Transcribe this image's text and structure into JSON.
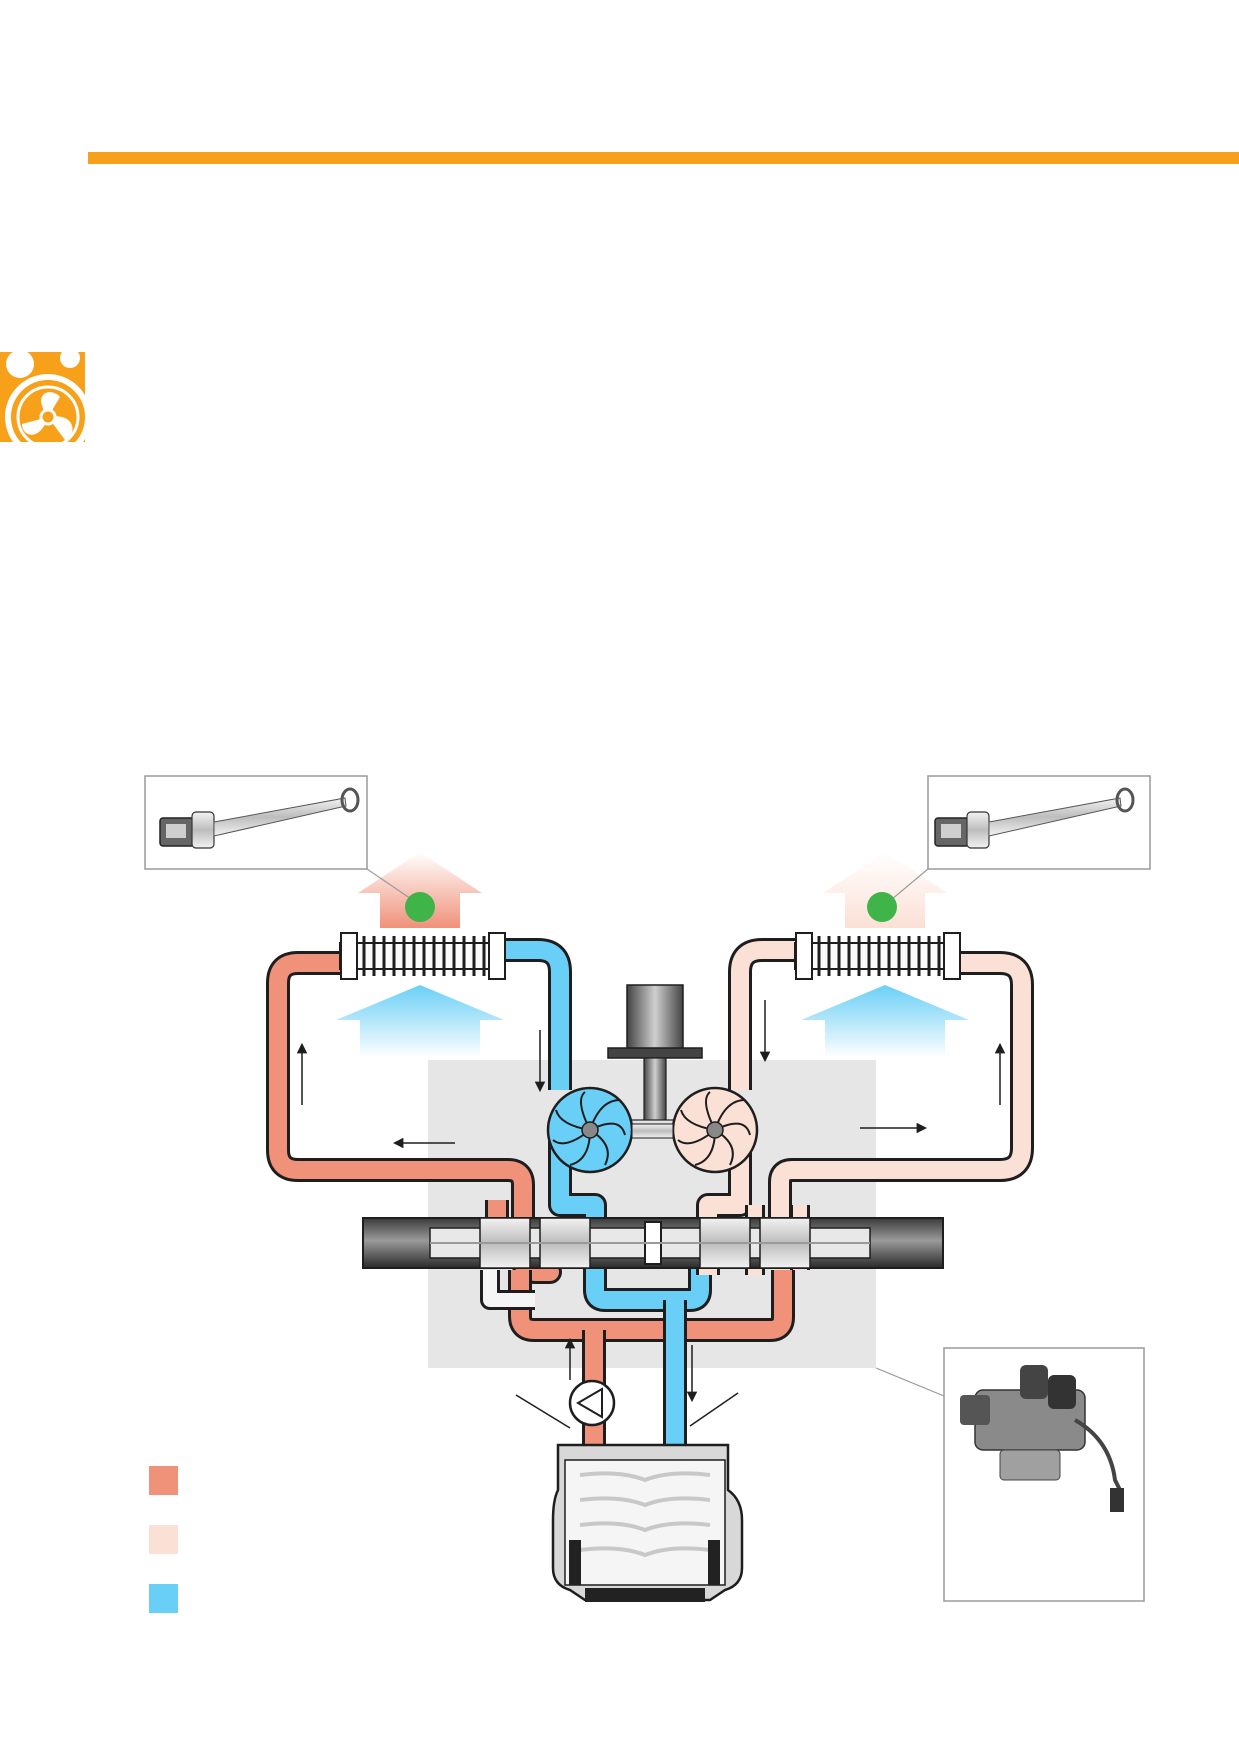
{
  "colors": {
    "accent": "#F7A01A",
    "hot_coolant": "#F0917A",
    "warm_coolant": "#FBE0D6",
    "cold_coolant": "#6ACFF6",
    "sensor_dot": "#3FB449",
    "housing_bg": "#E6E6E6",
    "outline": "#1E1E1E"
  },
  "header": {
    "accent_rule": "orange-rule",
    "section_icon": "fan-icon"
  },
  "diagram": {
    "legend": [
      {
        "key": "hot",
        "color": "#F0917A"
      },
      {
        "key": "warm",
        "color": "#FBE0D6"
      },
      {
        "key": "cold",
        "color": "#6ACFF6"
      }
    ],
    "components": [
      "temperature-sensor-left",
      "temperature-sensor-right",
      "heat-exchanger-left",
      "heat-exchanger-right",
      "actuator-motor",
      "rotary-valve-cold",
      "rotary-valve-warm",
      "control-shaft",
      "coolant-pump",
      "engine-block",
      "valve-unit-photo"
    ]
  }
}
